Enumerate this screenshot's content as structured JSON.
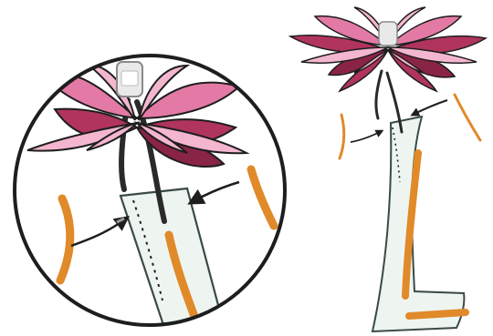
{
  "colors": {
    "background": "#ffffff",
    "outline": "#1e1e1e",
    "petal_light": "#f4b6cf",
    "petal_mid": "#e37aa6",
    "petal_dark": "#b0345d",
    "petal_shadow": "#8a2447",
    "stem": "#2a2a2a",
    "strip_fill": "#eef5f1",
    "strip_edge": "#3a4a44",
    "orange_line": "#e08a2a",
    "arrow_gray": "#9a9a9a",
    "bulb": "#e9e9e9"
  },
  "icons": {
    "zoom_panel": "magnifier-circle",
    "flower": "lotus-flower",
    "strip": "bent-paper-strip",
    "arrow": "curved-arrow"
  }
}
